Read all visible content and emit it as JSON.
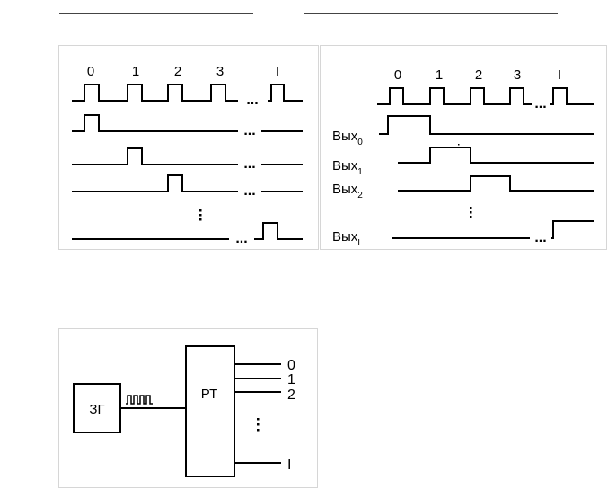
{
  "figure_left": {
    "clock_labels": [
      "0",
      "1",
      "2",
      "3",
      "I"
    ],
    "dots": "..."
  },
  "figure_right": {
    "clock_labels": [
      "0",
      "1",
      "2",
      "3",
      "I"
    ],
    "dots": "...",
    "output_prefix": "Вых",
    "output_subscripts": [
      "0",
      "1",
      "2",
      "I"
    ]
  },
  "figure_block": {
    "generator_label": "ЗГ",
    "register_label": "РТ",
    "output_labels": [
      "0",
      "1",
      "2",
      "I"
    ]
  }
}
